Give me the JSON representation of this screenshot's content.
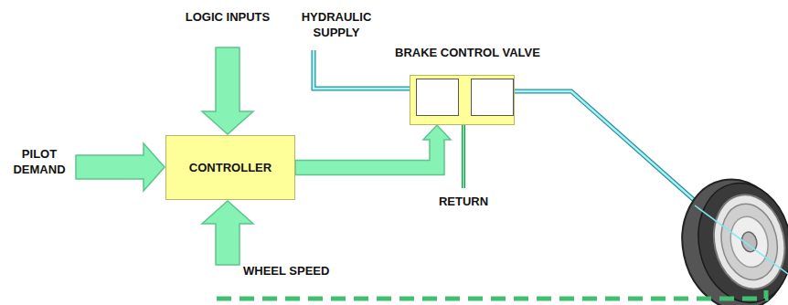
{
  "diagram": {
    "nodes": [
      {
        "text": [
          "CONTROLLER"
        ]
      },
      {
        "text": [
          "BRAKE CONTROL VALVE"
        ]
      }
    ],
    "edges": [
      {
        "from": 0,
        "to": 1,
        "arrow": "to"
      }
    ],
    "labels": [
      "LOGIC INPUTS",
      "HYDRAULIC SUPPLY",
      "PILOT DEMAND",
      "RETURN",
      "WHEEL SPEED"
    ]
  }
}
